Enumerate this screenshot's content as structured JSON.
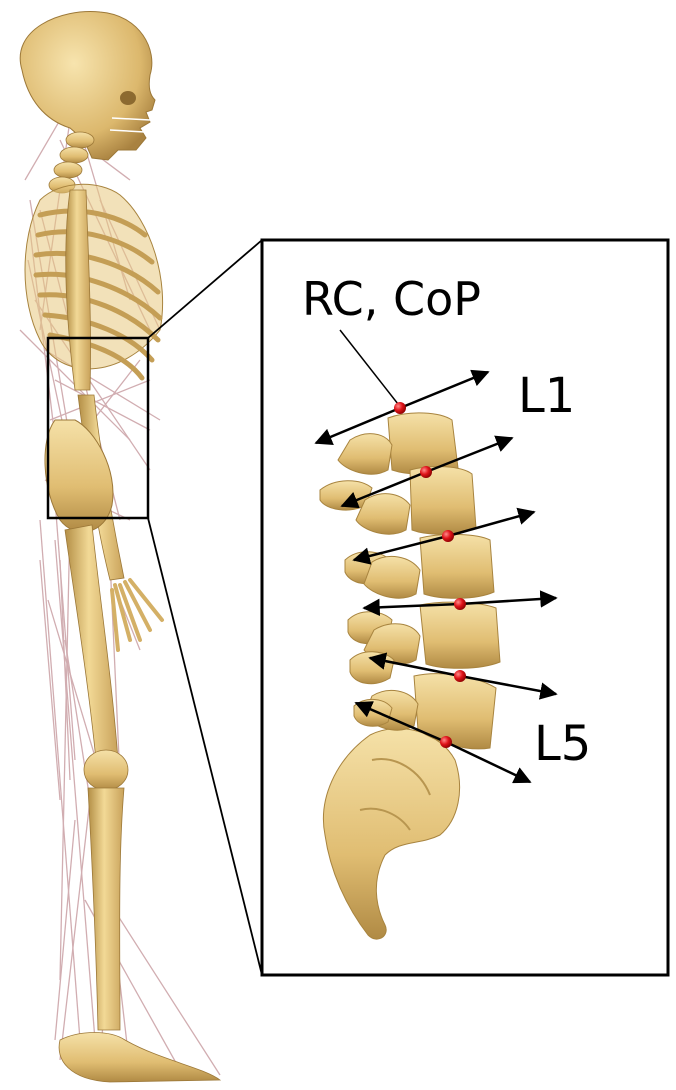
{
  "annotations": {
    "center_label": "RC, CoP",
    "top_vertebra_label": "L1",
    "bottom_vertebra_label": "L5"
  },
  "colors": {
    "bone": "#e3c27a",
    "bone_shadow": "#b38e45",
    "bone_highlight": "#f6e2ab",
    "muscle_lines": "#cfa9ad",
    "marker": "#e0141a",
    "frame": "#000000"
  },
  "figure": {
    "description_icon": "skeleton-icon",
    "zoom_icon": "lumbar-spine-icon",
    "vertebra_count": 5,
    "marker_count": 6
  }
}
